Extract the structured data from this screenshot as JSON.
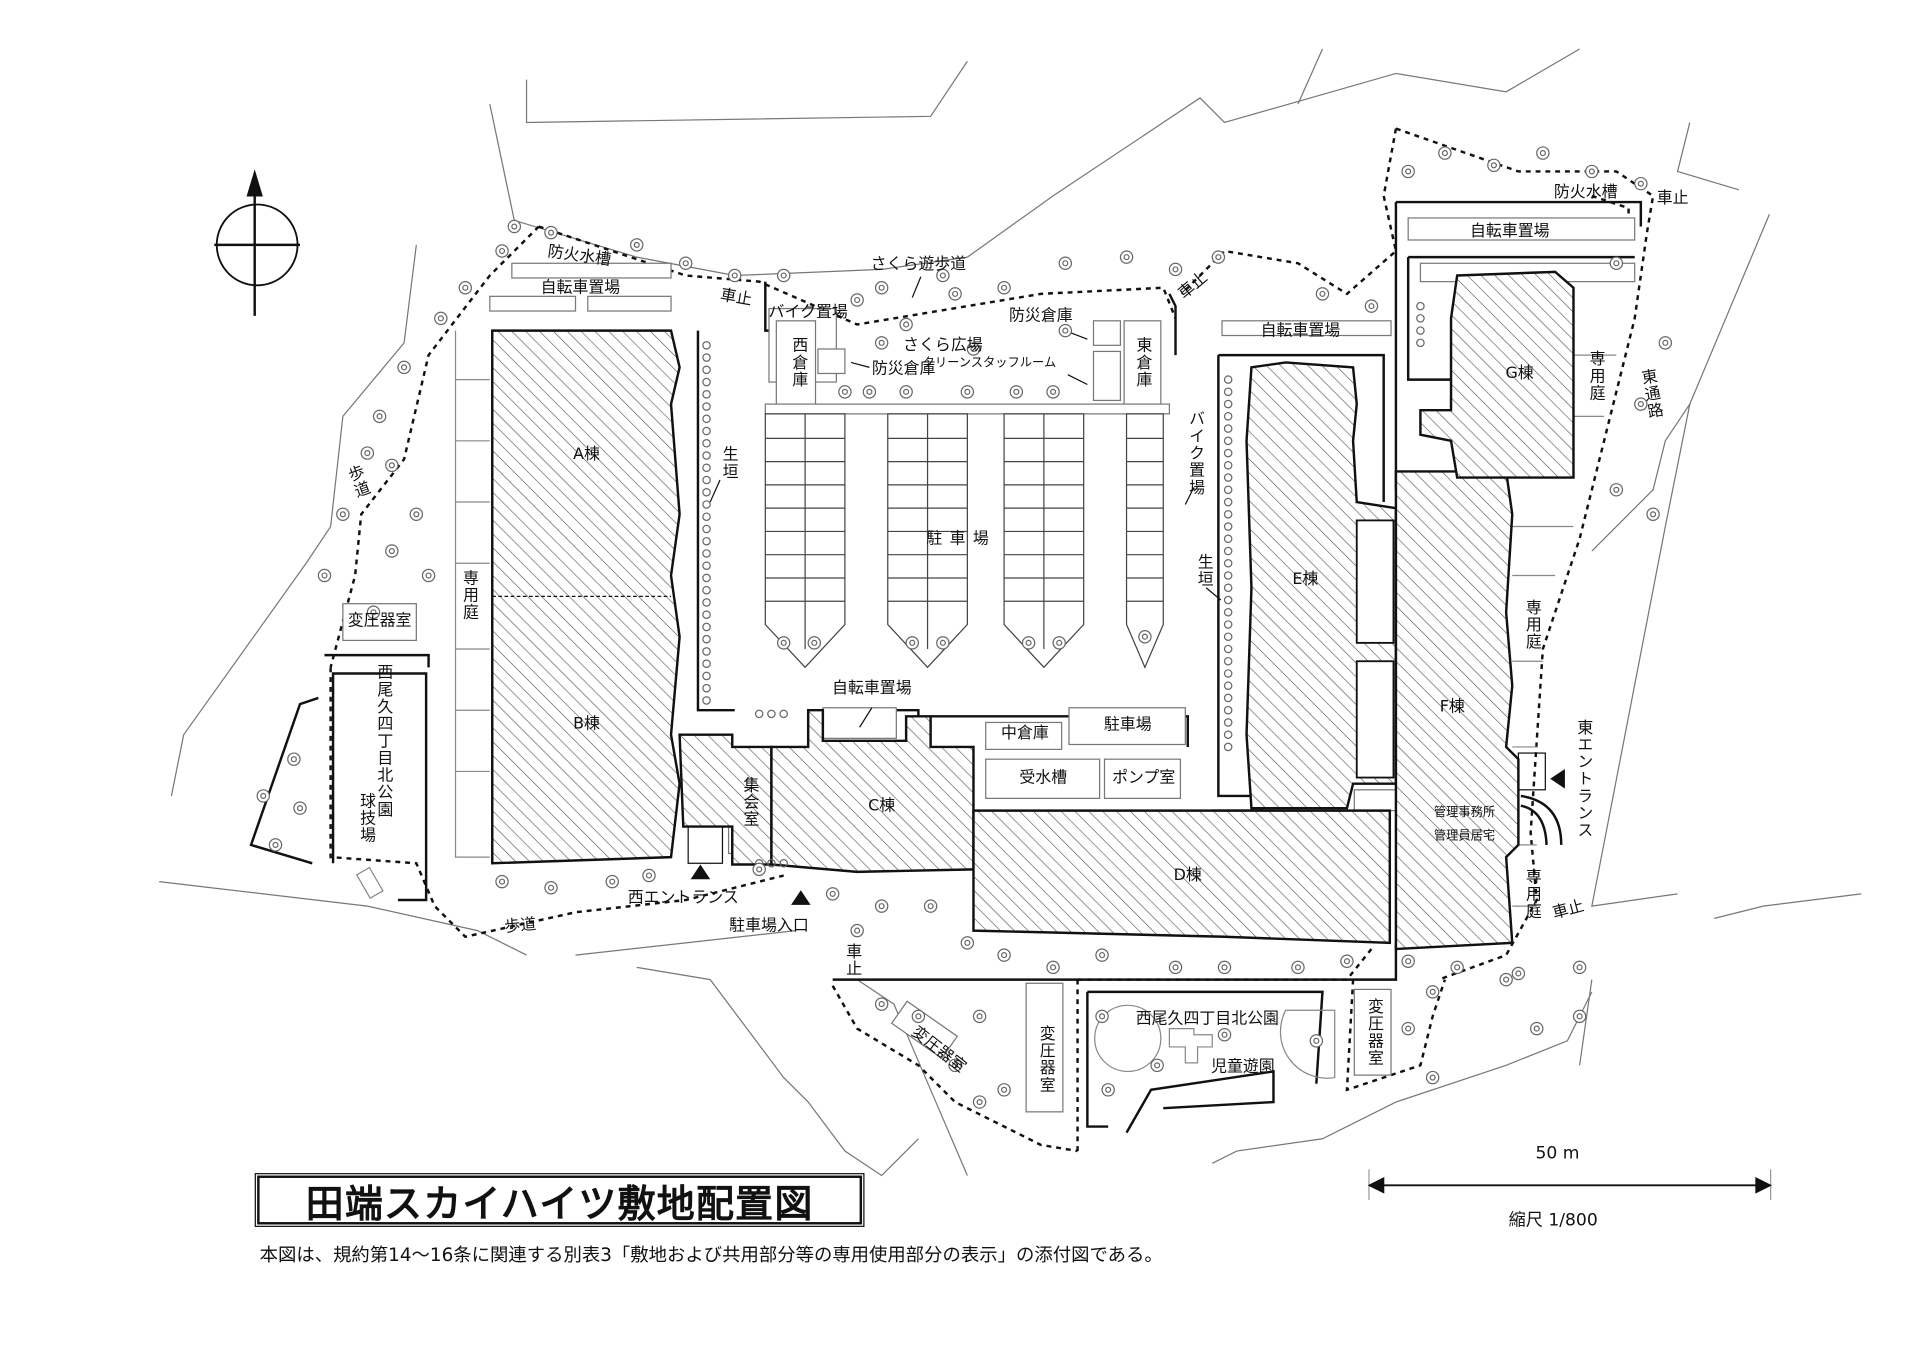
{
  "title": "田端スカイハイツ敷地配置図",
  "note": "本図は、規約第14～16条に関連する別表3「敷地および共用部分等の専用使用部分の表示」の添付図である。",
  "scale": {
    "length_label": "50 m",
    "ratio_label": "縮尺 1/800"
  },
  "buildings": {
    "a": "A棟",
    "b": "B棟",
    "c": "C棟",
    "d": "D棟",
    "e": "E棟",
    "f": "F棟",
    "g": "G棟"
  },
  "labels": {
    "fire_tank_west": "防火水槽",
    "bike_parking_nw": "自転車置場",
    "car_stop_nw": "車止",
    "sakura_path": "さくら遊歩道",
    "motorbike_parking_n": "バイク置場",
    "disaster_storage_ne": "防災倉庫",
    "sakura_square": "さくら広場",
    "west_storage": "西倉庫",
    "disaster_storage_w": "防災倉庫",
    "clean_staff_room": "クリーンスタッフルーム",
    "east_storage": "東倉庫",
    "car_stop_n": "車止",
    "bike_parking_n": "自転車置場",
    "fire_tank_east": "防火水槽",
    "car_stop_ne": "車止",
    "bike_parking_ne": "自転車置場",
    "private_garden_g": "専用庭",
    "east_passage": "東通路",
    "hedge_a": "生垣",
    "parking_main": "駐車場",
    "motorbike_parking_e": "バイク置場",
    "hedge_e": "生垣",
    "sidewalk_w": "歩道",
    "private_garden_a": "専用庭",
    "transformer_w": "変圧器室",
    "park_west": "西尾久四丁目北公園",
    "ball_field": "球技場",
    "bike_parking_c": "自転車置場",
    "middle_storage": "中倉庫",
    "parking_c": "駐車場",
    "private_garden_f": "専用庭",
    "east_entrance": "東エントランス",
    "meeting_room": "集会室",
    "water_tank": "受水槽",
    "pump_room": "ポンプ室",
    "management_office": "管理事務所",
    "manager_residence": "管理員居宅",
    "private_garden_f2": "専用庭",
    "car_stop_se": "車止",
    "west_entrance": "西エントランス",
    "sidewalk_s": "歩道",
    "parking_entrance": "駐車場入口",
    "car_stop_s": "車止",
    "transformer_sw": "変圧器室",
    "transformer_s": "変圧器室",
    "park_south": "西尾久四丁目北公園",
    "children_playground": "児童遊園",
    "transformer_se": "変圧器室"
  }
}
